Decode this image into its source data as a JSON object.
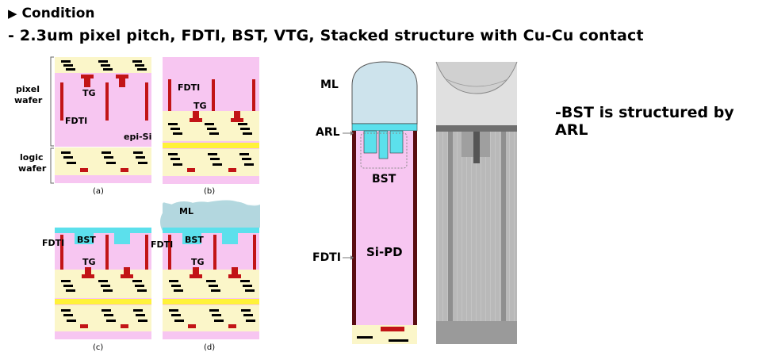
{
  "header": {
    "title": "Condition"
  },
  "subtitle": "- 2.3um pixel pitch, FDTI, BST, VTG, Stacked structure with Cu-Cu contact",
  "left_diagram": {
    "pixel_wafer_label": "pixel wafer",
    "logic_wafer_label": "logic wafer",
    "a": {
      "caption": "(a)",
      "tg": "TG",
      "fdti": "FDTI",
      "episi": "epi-Si"
    },
    "b": {
      "caption": "(b)",
      "fdti": "FDTI",
      "tg": "TG"
    },
    "c": {
      "caption": "(c)",
      "fdti": "FDTI",
      "bst": "BST",
      "tg": "TG"
    },
    "d": {
      "caption": "(d)",
      "ml": "ML",
      "fdti": "FDTI",
      "bst": "BST",
      "tg": "TG"
    }
  },
  "cross_section": {
    "ml": "ML",
    "arl": "ARL",
    "bst": "BST",
    "fdti": "FDTI",
    "sipd": "Si-PD"
  },
  "note": "-BST is structured by ARL",
  "colors": {
    "pink": "#f7c6f1",
    "yellow": "#fbf6c9",
    "cyan": "#5ce0ec",
    "red": "#c21416",
    "lightblue": "#cde3ec",
    "tem_gray": "#b9b9b9"
  }
}
